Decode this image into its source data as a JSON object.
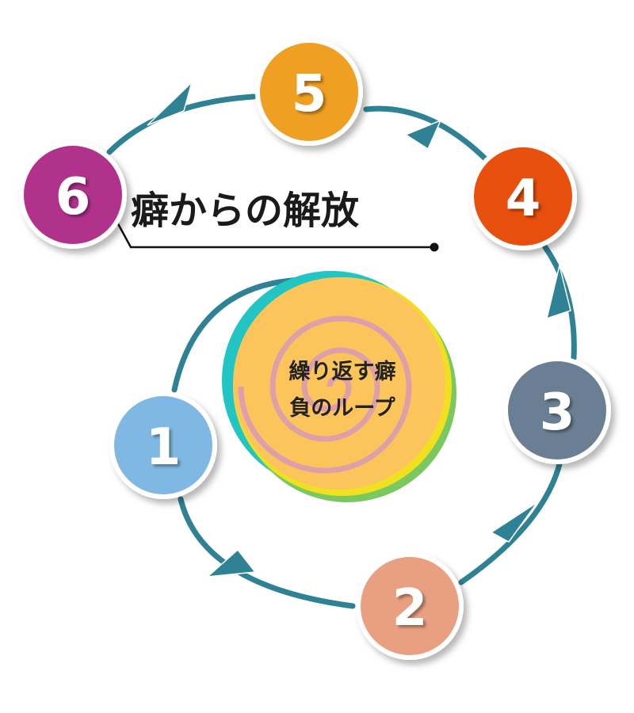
{
  "title": "癖からの解放",
  "center": {
    "line1": "繰り返す癖",
    "line2": "負のループ"
  },
  "steps": [
    {
      "number": "1",
      "color": "#7fb8e2"
    },
    {
      "number": "2",
      "color": "#e8a080"
    },
    {
      "number": "3",
      "color": "#6b7f93"
    },
    {
      "number": "4",
      "color": "#e8500a"
    },
    {
      "number": "5",
      "color": "#efa020"
    },
    {
      "number": "6",
      "color": "#b0308a"
    }
  ],
  "colors": {
    "loop_arrow": "#2e8294",
    "swirl_fill": "#fcc55c",
    "swirl_line": "#dea0a8",
    "leader_line": "#111111"
  }
}
